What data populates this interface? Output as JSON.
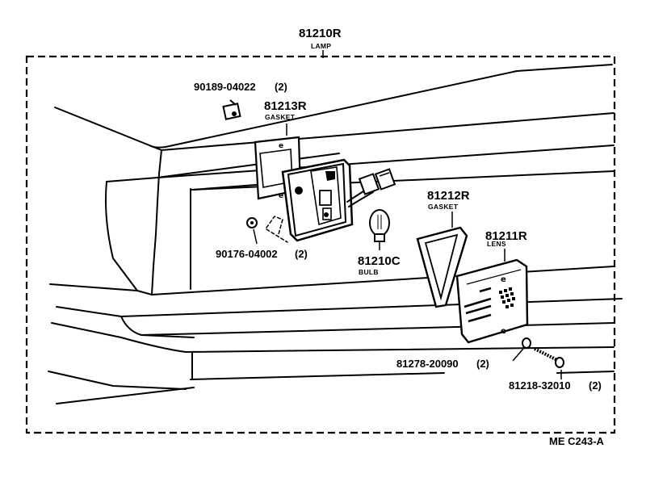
{
  "parts": {
    "lamp_assembly": {
      "number": "81210R",
      "name": "LAMP"
    },
    "gasket_upper": {
      "number": "81213R",
      "name": "GASKET"
    },
    "screw_top": {
      "number": "90189-04022",
      "qty": "(2)"
    },
    "nut_left": {
      "number": "90176-04002",
      "qty": "(2)"
    },
    "bulb": {
      "number": "81210C",
      "name": "BULB"
    },
    "gasket_lower": {
      "number": "81212R",
      "name": "GASKET"
    },
    "lens": {
      "number": "81211R",
      "name": "LENS"
    },
    "washer": {
      "number": "81278-20090",
      "qty": "(2)"
    },
    "screw_lens": {
      "number": "81218-32010",
      "qty": "(2)"
    }
  },
  "diagram_code": "ME C243-A"
}
